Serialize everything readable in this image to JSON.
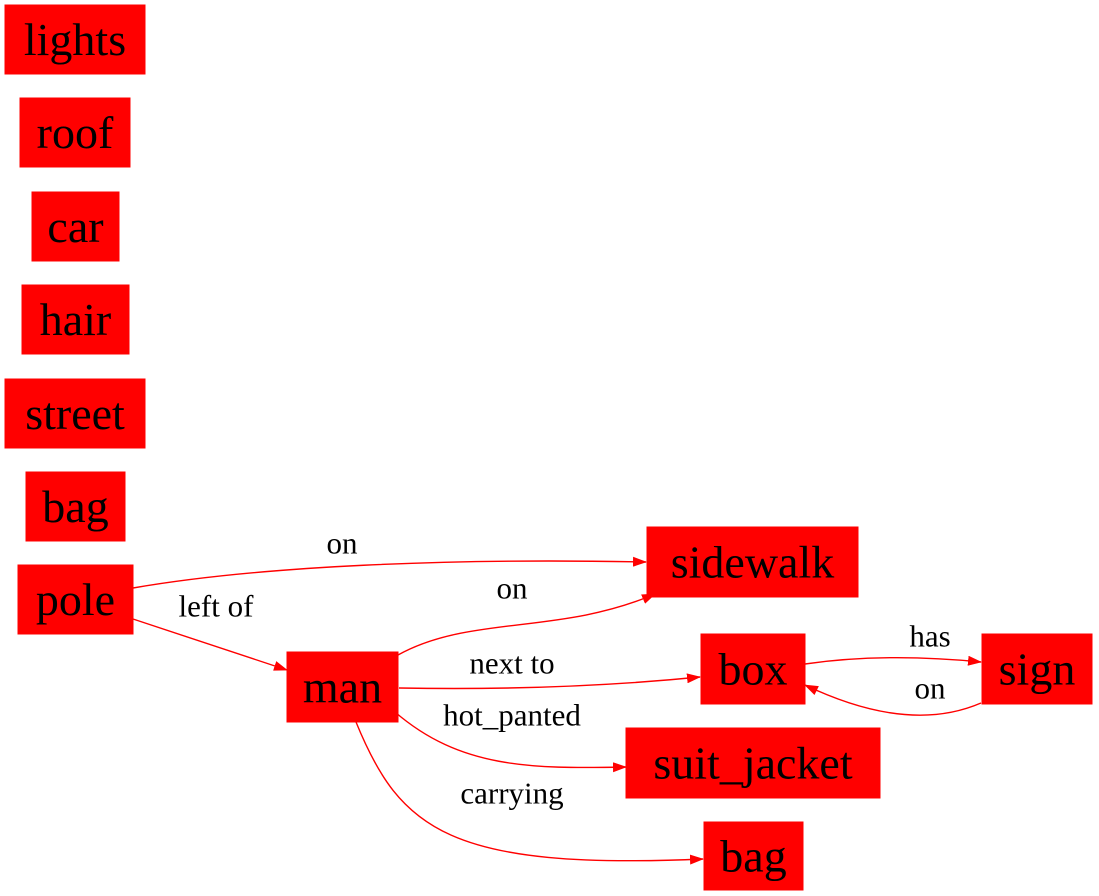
{
  "colors": {
    "node_fill": "#ff0000",
    "edge": "#ff0000",
    "text": "#000000",
    "background": "#ffffff"
  },
  "nodes": [
    {
      "id": "lights",
      "label": "lights"
    },
    {
      "id": "roof",
      "label": "roof"
    },
    {
      "id": "car",
      "label": "car"
    },
    {
      "id": "hair",
      "label": "hair"
    },
    {
      "id": "street",
      "label": "street"
    },
    {
      "id": "bag1",
      "label": "bag"
    },
    {
      "id": "pole",
      "label": "pole"
    },
    {
      "id": "man",
      "label": "man"
    },
    {
      "id": "sidewalk",
      "label": "sidewalk"
    },
    {
      "id": "box",
      "label": "box"
    },
    {
      "id": "sign",
      "label": "sign"
    },
    {
      "id": "suit_jacket",
      "label": "suit_jacket"
    },
    {
      "id": "bag2",
      "label": "bag"
    }
  ],
  "edges": [
    {
      "id": "e1",
      "from": "pole",
      "to": "sidewalk",
      "label": "on"
    },
    {
      "id": "e2",
      "from": "pole",
      "to": "man",
      "label": "left of"
    },
    {
      "id": "e3",
      "from": "man",
      "to": "sidewalk",
      "label": "on"
    },
    {
      "id": "e4",
      "from": "man",
      "to": "box",
      "label": "next to"
    },
    {
      "id": "e5",
      "from": "man",
      "to": "suit_jacket",
      "label": "hot_panted"
    },
    {
      "id": "e6",
      "from": "man",
      "to": "bag2",
      "label": "carrying"
    },
    {
      "id": "e7",
      "from": "box",
      "to": "sign",
      "label": "has"
    },
    {
      "id": "e8",
      "from": "sign",
      "to": "box",
      "label": "on"
    }
  ]
}
